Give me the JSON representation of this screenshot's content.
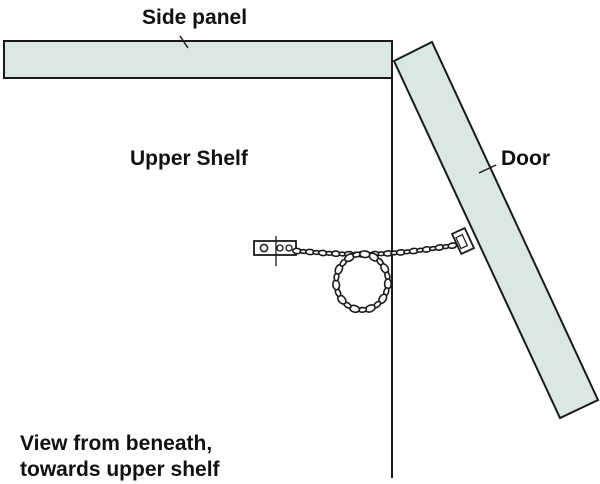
{
  "labels": {
    "side_panel": "Side panel",
    "upper_shelf": "Upper Shelf",
    "door": "Door",
    "caption_line1": "View from beneath,",
    "caption_line2": "towards upper shelf"
  },
  "colors": {
    "panel_fill": "#d9e8e1",
    "outline": "#1a1a1a",
    "background": "#ffffff"
  }
}
